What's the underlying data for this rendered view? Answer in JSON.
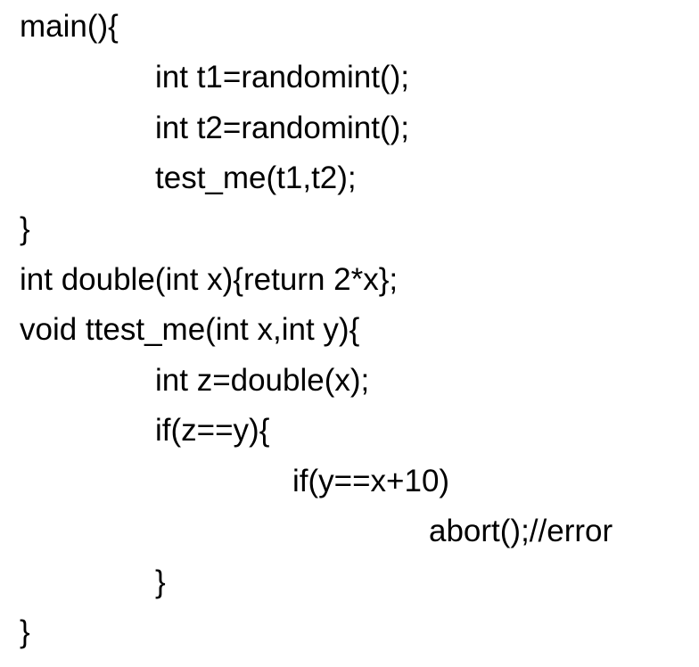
{
  "code": {
    "lines": [
      "main(){",
      "int t1=randomint();",
      "int t2=randomint();",
      "test_me(t1,t2);",
      "}",
      "int double(int x){return 2*x};",
      "void ttest_me(int x,int y){",
      "int z=double(x);",
      "if(z==y){",
      "if(y==x+10)",
      "abort();//error",
      "}",
      "}"
    ]
  }
}
